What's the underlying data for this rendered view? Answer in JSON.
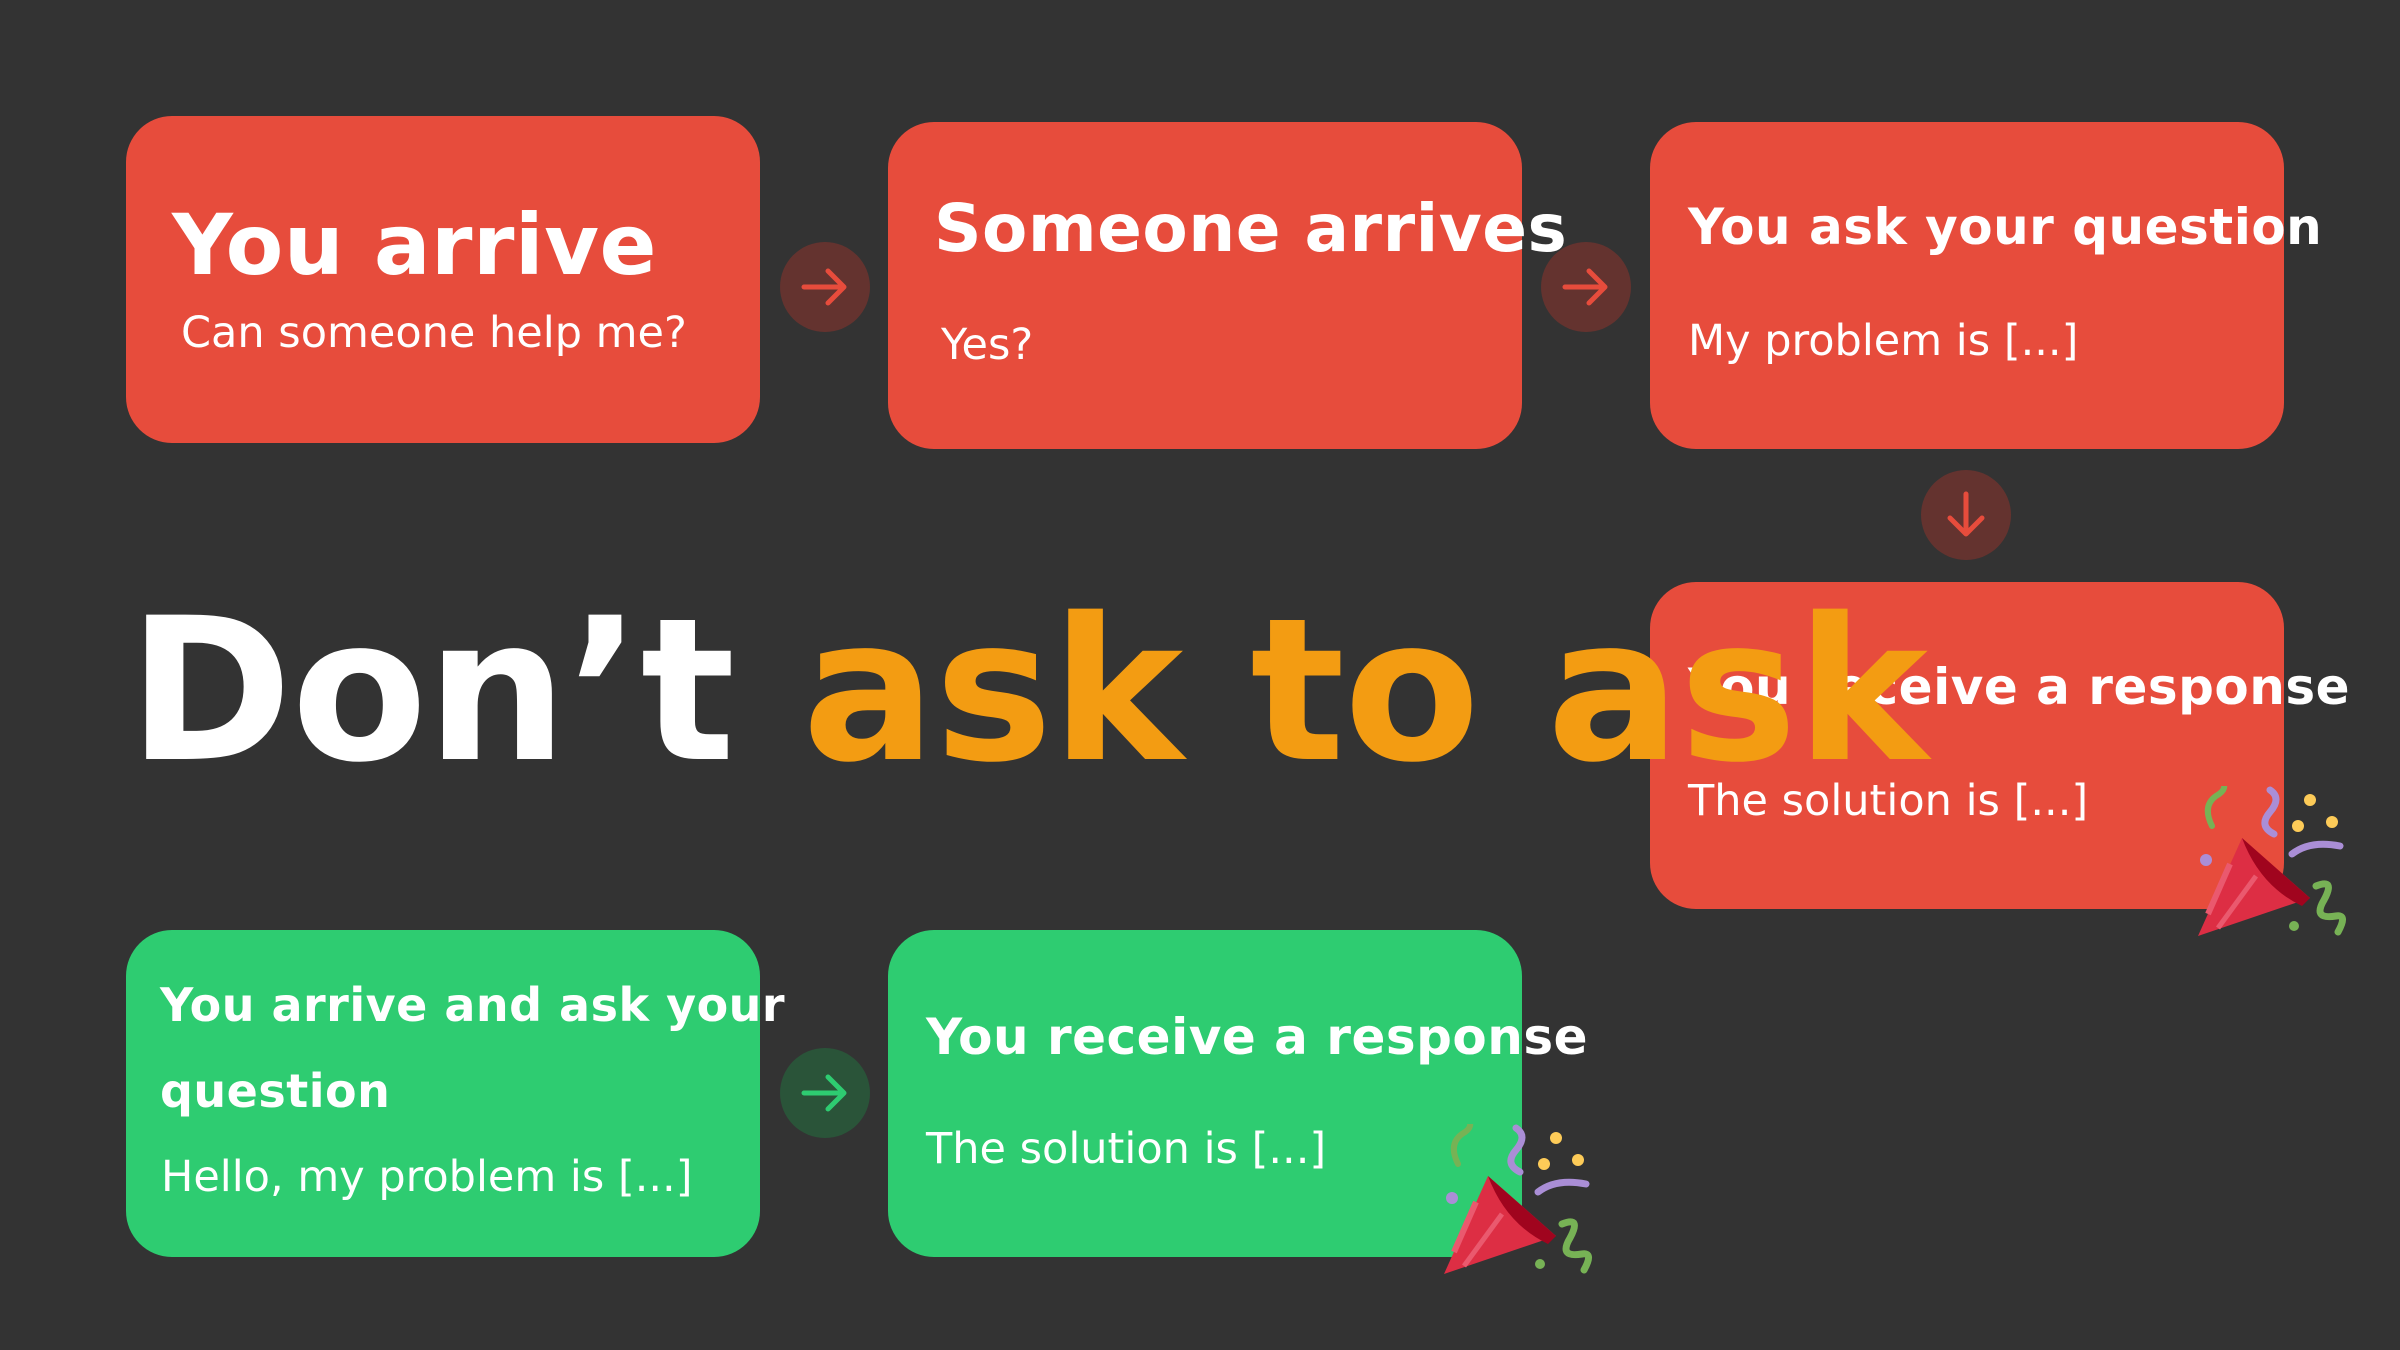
{
  "flow_bad": {
    "step1": {
      "title": "You arrive",
      "text": "Can someone help me?"
    },
    "step2": {
      "title": "Someone arrives",
      "text": "Yes?"
    },
    "step3": {
      "title": "You ask your question",
      "text": "My problem is [...]"
    },
    "step4": {
      "title": "You receive a response",
      "text": "The solution is [...]"
    }
  },
  "headline": {
    "part1": "Don’t ",
    "part2": "ask to ask"
  },
  "flow_good": {
    "step1": {
      "title_line1": "You arrive and ask your",
      "title_line2": "question",
      "text": "Hello, my problem is [...]"
    },
    "step2": {
      "title": "You receive a response",
      "text": "The solution is [...]"
    }
  },
  "icons": {
    "arrow": "arrow-right-icon",
    "arrow_down": "arrow-down-icon",
    "celebration": "party-popper-icon"
  },
  "colors": {
    "background": "#333333",
    "bad_card": "#e74c3c",
    "good_card": "#2ecc71",
    "accent": "#f39c12",
    "text": "#ffffff"
  }
}
